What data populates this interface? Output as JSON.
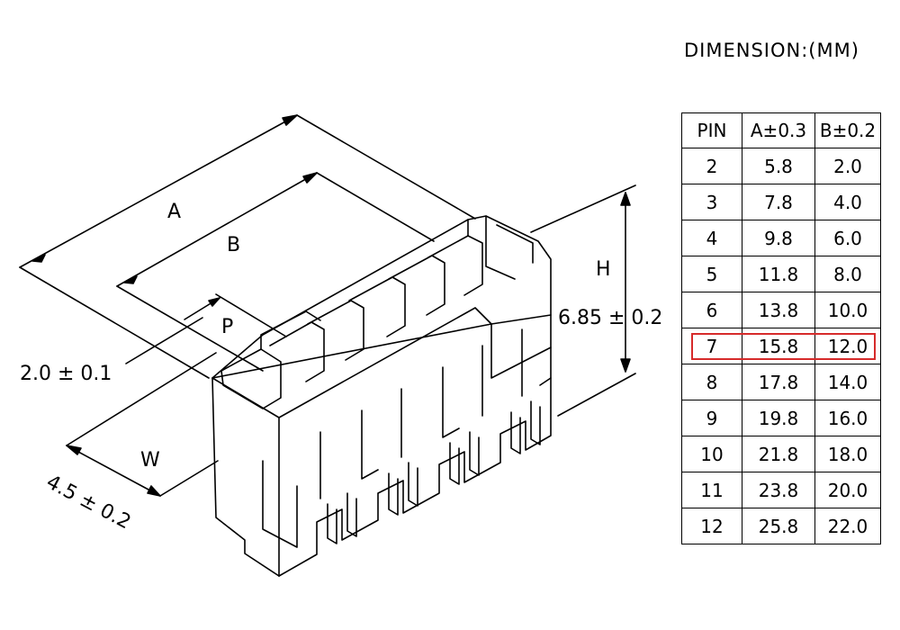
{
  "title": "DIMENSION:(MM)",
  "labels": {
    "A": "A",
    "B": "B",
    "P": "P",
    "H": "H",
    "W": "W",
    "pitch_tol": "2.0 ± 0.1",
    "height_tol": "6.85 ± 0.2",
    "width_tol": "4.5 ± 0.2"
  },
  "table": {
    "headers": [
      "PIN",
      "A±0.3",
      "B±0.2"
    ],
    "rows": [
      [
        "2",
        "5.8",
        "2.0"
      ],
      [
        "3",
        "7.8",
        "4.0"
      ],
      [
        "4",
        "9.8",
        "6.0"
      ],
      [
        "5",
        "11.8",
        "8.0"
      ],
      [
        "6",
        "13.8",
        "10.0"
      ],
      [
        "7",
        "15.8",
        "12.0"
      ],
      [
        "8",
        "17.8",
        "14.0"
      ],
      [
        "9",
        "19.8",
        "16.0"
      ],
      [
        "10",
        "21.8",
        "18.0"
      ],
      [
        "11",
        "23.8",
        "20.0"
      ],
      [
        "12",
        "25.8",
        "22.0"
      ]
    ],
    "highlighted_row": 5,
    "highlight_color": "#d62b2b"
  }
}
